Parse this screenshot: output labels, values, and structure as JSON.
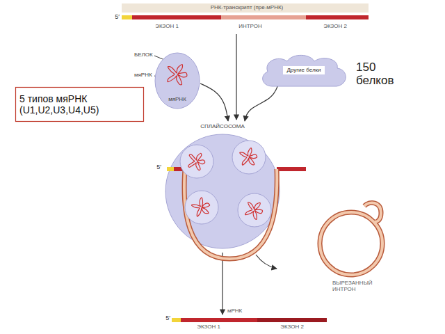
{
  "diagram": {
    "nodes": [
      {
        "text": [
          "мяРНК"
        ]
      },
      {
        "text": [
          "Другие белки"
        ]
      },
      {
        "text": [
          "5 типов мяРНК (U1,U2,U3,U4,U5)"
        ]
      },
      {
        "text": [
          "СПЛАЙСОСОМА"
        ]
      }
    ],
    "edges": [
      {
        "from": 0,
        "to": 3,
        "arrow": "to"
      },
      {
        "from": 1,
        "to": 3,
        "arrow": "to"
      }
    ],
    "labels": [
      "РНК-транскрипт (пре-мРНК)",
      "5′",
      "ЭКЗОН 1",
      "ИНТРОН",
      "ЭКЗОН 2",
      "БЕЛОК",
      "мяРНК",
      "150 белков",
      "5′",
      "ВЫРЕЗАННЫЙ ИНТРОН",
      "мРНК",
      "5′",
      "ЭКЗОН 1",
      "ЭКЗОН 2"
    ]
  }
}
